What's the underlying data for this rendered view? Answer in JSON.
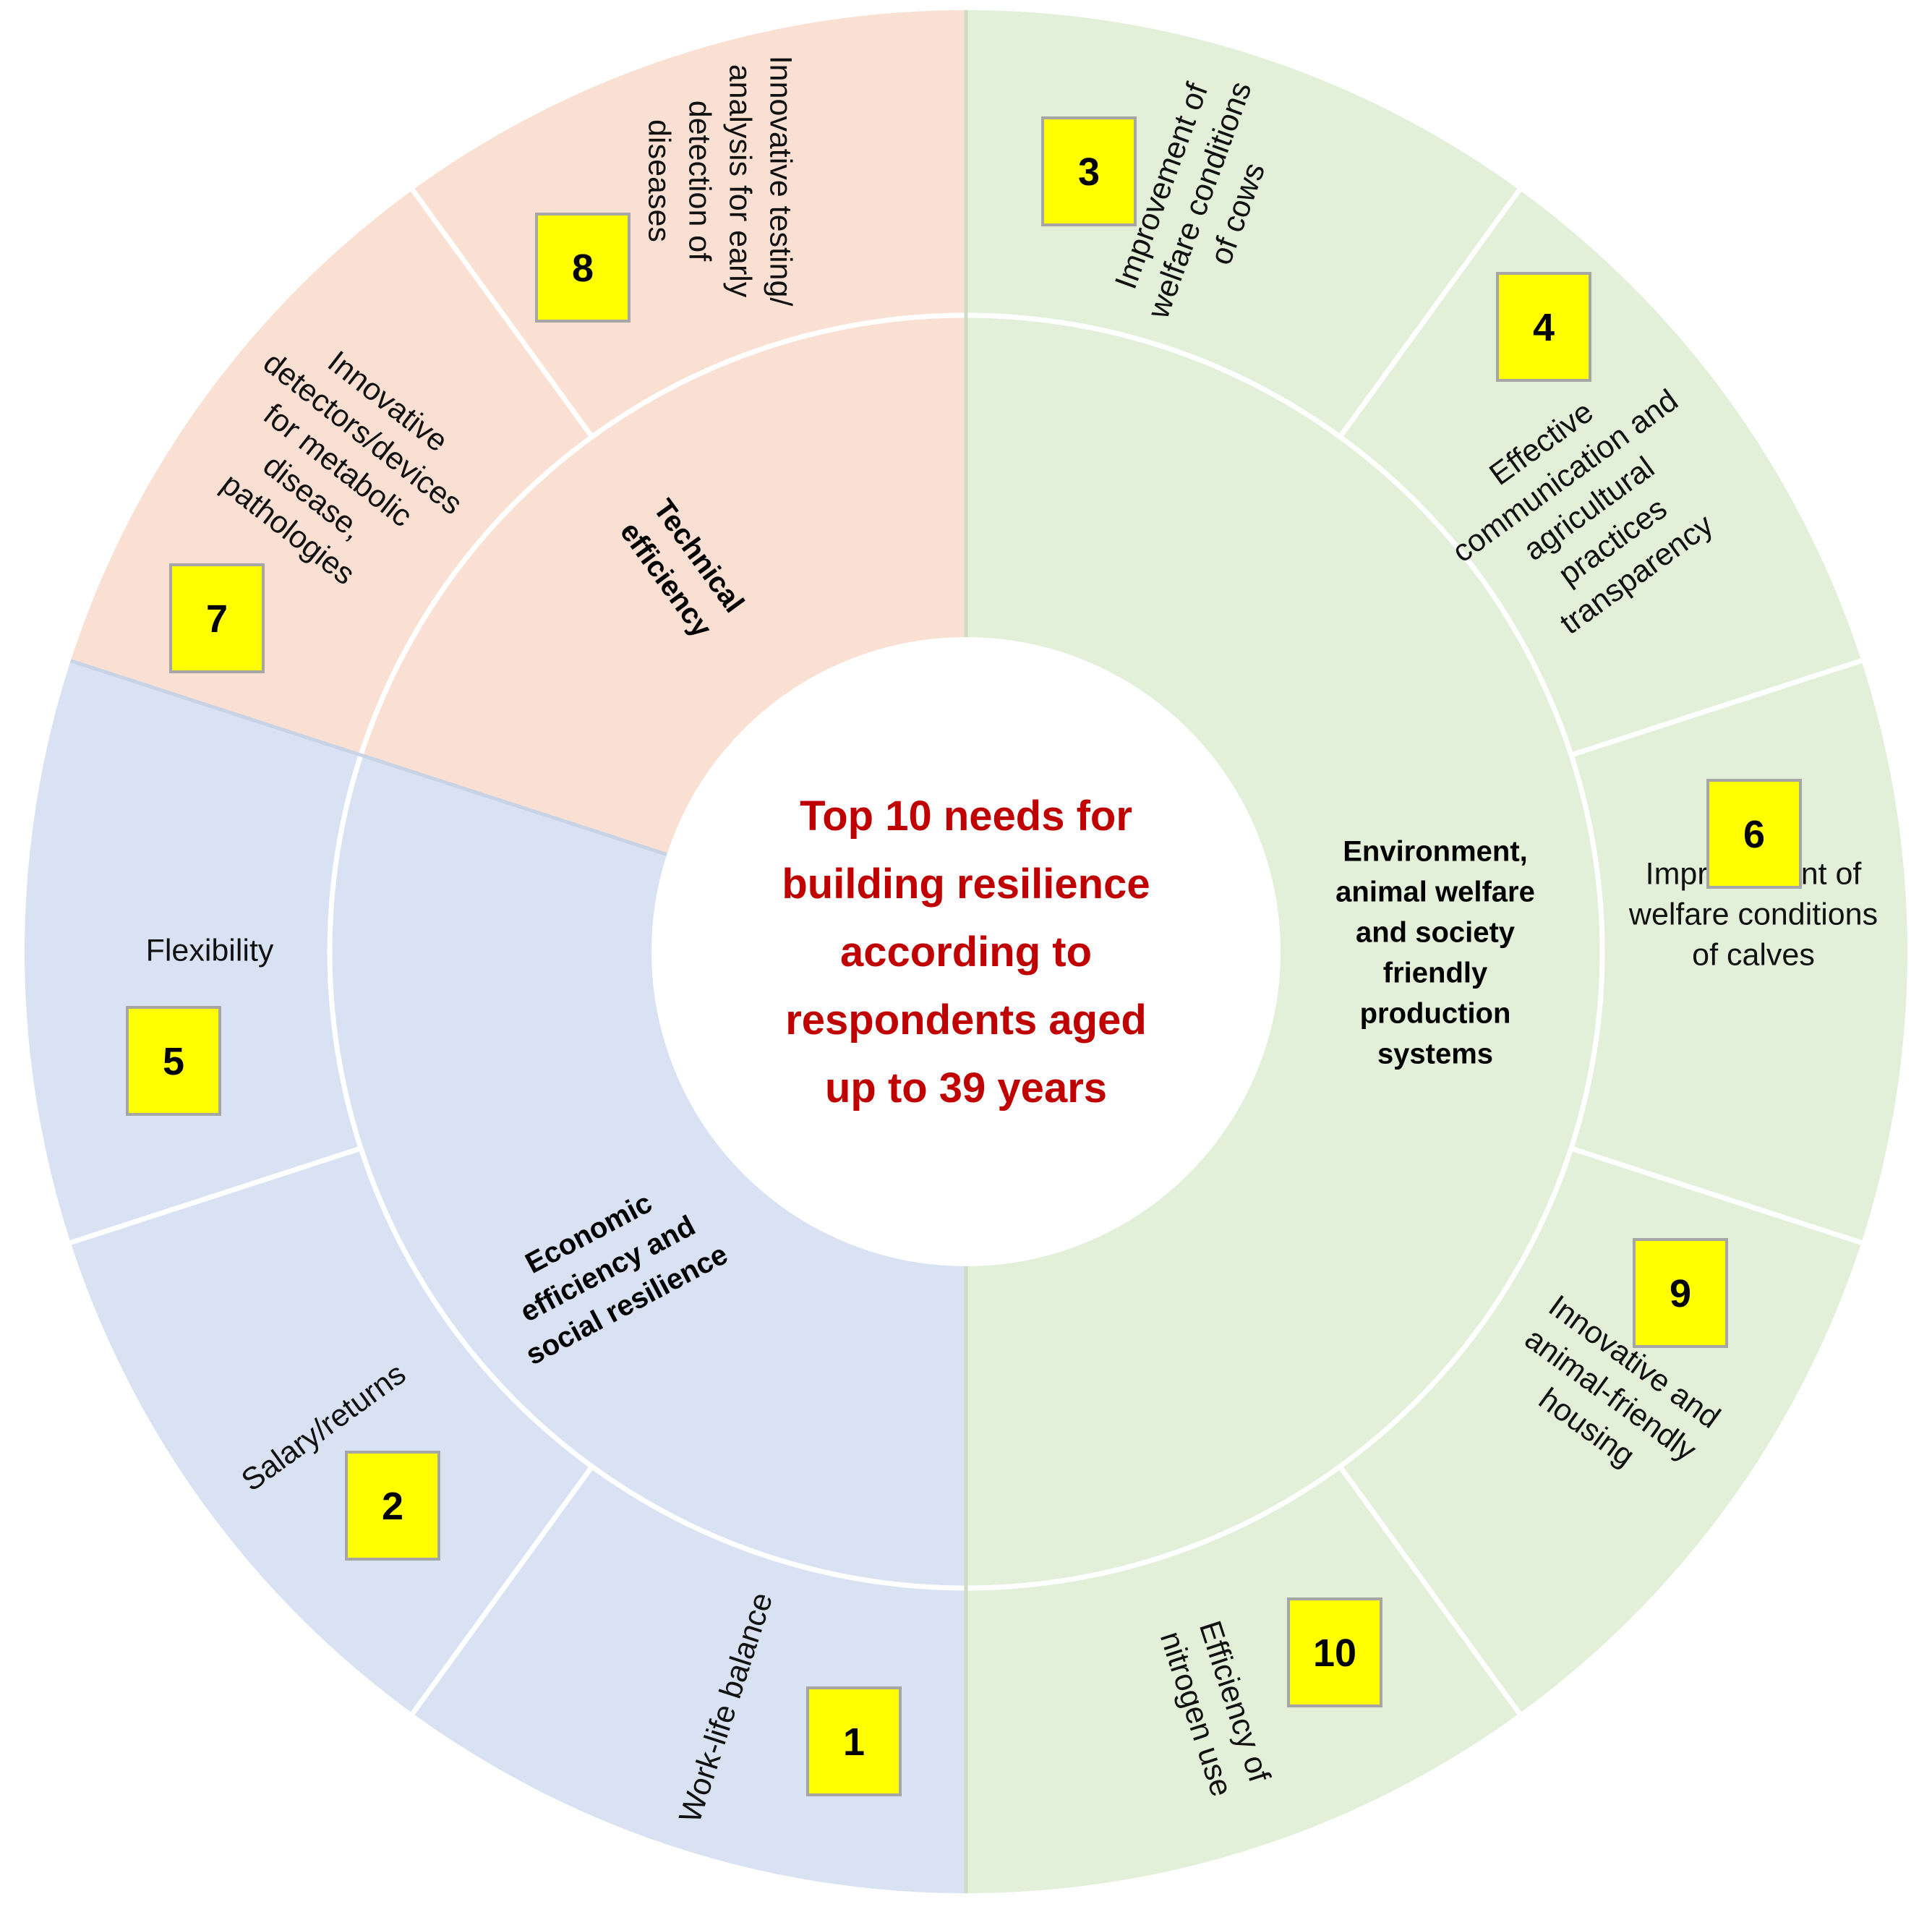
{
  "center_title": [
    "Top 10 needs for",
    "building resilience",
    "according to",
    "respondents aged",
    "up to 39 years"
  ],
  "colors": {
    "technical": "#f9e0d3",
    "environment": "#e2efd9",
    "economic": "#d9e2f3",
    "badge": "#ffff00",
    "title": "#c00000"
  },
  "categories": [
    {
      "id": "technical",
      "label": [
        "Technical",
        "efficiency"
      ]
    },
    {
      "id": "environment",
      "label": [
        "Environment,",
        "animal welfare",
        "and society",
        "friendly",
        "production",
        "systems"
      ]
    },
    {
      "id": "economic",
      "label": [
        "Economic",
        "efficiency and",
        "social resilience"
      ]
    }
  ],
  "needs": [
    {
      "rank": "8",
      "category": "technical",
      "label": [
        "Innovative testing/",
        "analysis for early",
        "detection of",
        "diseases"
      ]
    },
    {
      "rank": "7",
      "category": "technical",
      "label": [
        "Innovative",
        "detectors/devices",
        "for metabolic",
        "disease,",
        "pathologies"
      ]
    },
    {
      "rank": "3",
      "category": "environment",
      "label": [
        "Improvement of",
        "welfare conditions",
        "of cows"
      ]
    },
    {
      "rank": "4",
      "category": "environment",
      "label": [
        "Effective",
        "communication and",
        "agricultural",
        "practices",
        "transparency"
      ]
    },
    {
      "rank": "6",
      "category": "environment",
      "label": [
        "Improvement of",
        "welfare conditions",
        "of calves"
      ]
    },
    {
      "rank": "9",
      "category": "environment",
      "label": [
        "Innovative and",
        "animal-friendly",
        "housing"
      ]
    },
    {
      "rank": "10",
      "category": "environment",
      "label": [
        "Efficiency of",
        "nitrogen use"
      ]
    },
    {
      "rank": "1",
      "category": "economic",
      "label": [
        "Work-life balance"
      ]
    },
    {
      "rank": "2",
      "category": "economic",
      "label": [
        "Salary/returns"
      ]
    },
    {
      "rank": "5",
      "category": "economic",
      "label": [
        "Flexibility"
      ]
    }
  ]
}
